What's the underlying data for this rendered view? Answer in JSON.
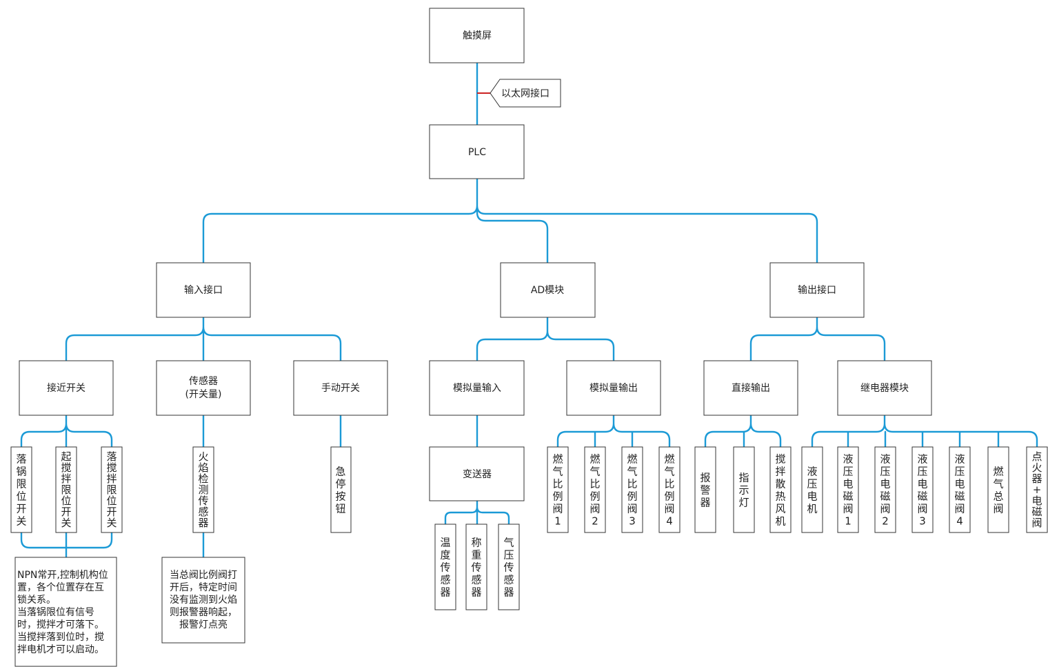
{
  "nodes": {
    "touchscreen": "触摸屏",
    "ethernet": "以太网接口",
    "plc": "PLC",
    "input_if": "输入接口",
    "ad_module": "AD模块",
    "output_if": "输出接口",
    "proximity": "接近开关",
    "sensor": [
      "传感器",
      "(开关量)"
    ],
    "manual": "手动开关",
    "analog_in": "模拟量输入",
    "analog_out": "模拟量输出",
    "direct_out": "直接输出",
    "relay": "继电器模块",
    "transmitter": "变送器",
    "pot_limit": "落锅限位开关",
    "stir_up_limit": "起搅拌限位开关",
    "stir_down_limit": "落搅拌限位开关",
    "flame_sensor": "火焰检测传感器",
    "estop": "急停按钮",
    "temp_sensor": "温度传感器",
    "weigh_sensor": "称重传感器",
    "pressure_sensor": "气压传感器",
    "gas_valve_1": "燃气比例阀1",
    "gas_valve_2": "燃气比例阀2",
    "gas_valve_3": "燃气比例阀3",
    "gas_valve_4": "燃气比例阀4",
    "alarm": "报警器",
    "indicator": "指示灯",
    "stir_fan": "搅拌散热风机",
    "hyd_motor": "液压电机",
    "hyd_valve_1": "液压电磁阀1",
    "hyd_valve_2": "液压电磁阀2",
    "hyd_valve_3": "液压电磁阀3",
    "hyd_valve_4": "液压电磁阀4",
    "gas_main": "燃气总阀",
    "igniter": "点火器+电磁阀"
  },
  "notes": {
    "limit_note": [
      "NPN常开,控制机构位",
      "置，各个位置存在互",
      "锁关系。",
      "当落锅限位有信号",
      "时，搅拌才可落下。",
      "当搅拌落到位时，搅",
      "拌电机才可以启动。"
    ],
    "flame_note": [
      "当总阀比例阀打",
      "开后，特定时间",
      "没有监测到火焰",
      "则报警器响起，",
      "报警灯点亮"
    ]
  },
  "colors": {
    "wire": "#1b9ad6",
    "callout_link": "#cc2222",
    "border": "#333333"
  }
}
